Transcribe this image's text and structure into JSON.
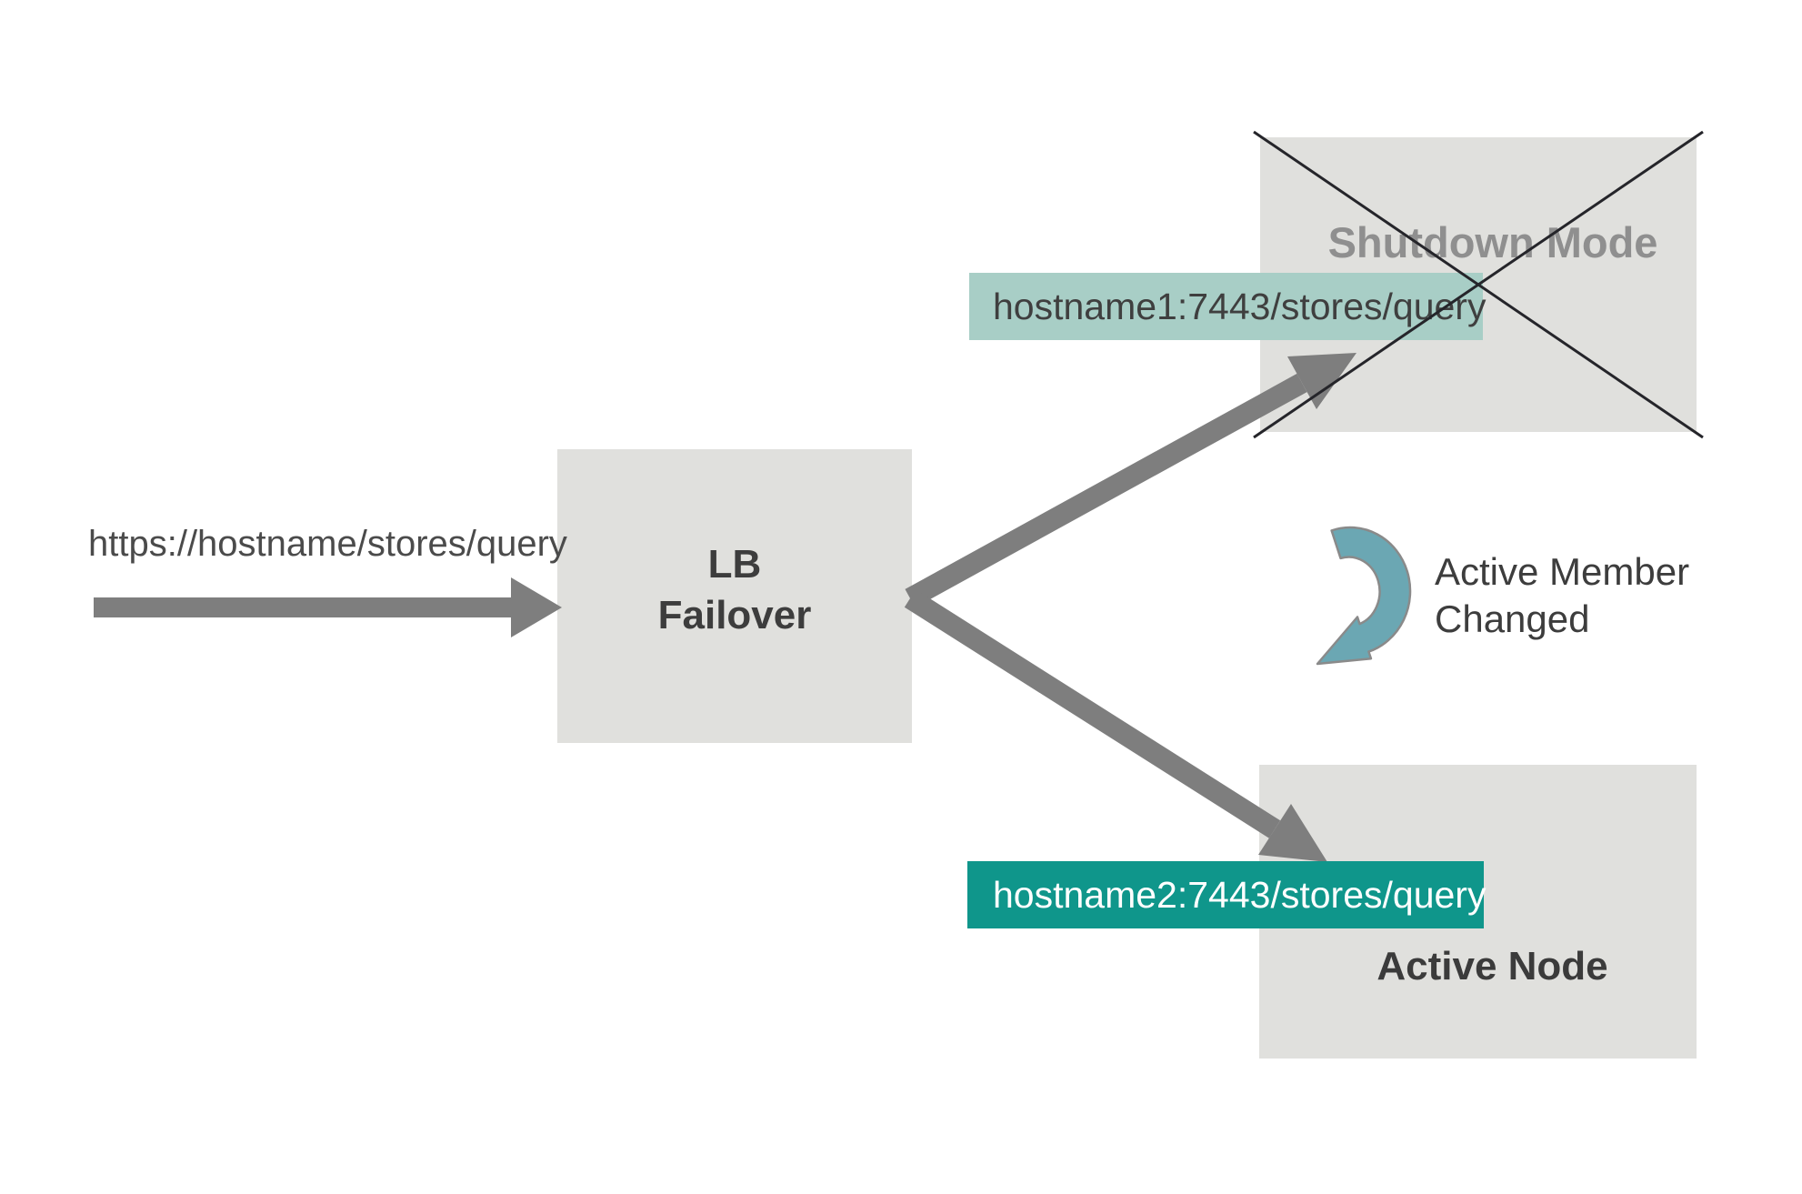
{
  "diagram": {
    "request": {
      "url": "https://hostname/stores/query"
    },
    "load_balancer": {
      "line1": "LB",
      "line2": "Failover"
    },
    "shutdown_node": {
      "title": "Shutdown Mode",
      "url": "hostname1:7443/stores/query"
    },
    "active_node": {
      "title": "Active Node",
      "url": "hostname2:7443/stores/query"
    },
    "note": {
      "line1": "Active Member",
      "line2": "Changed"
    },
    "colors": {
      "node_box_fill": "#e0e0dd",
      "shutdown_url_bg": "#a8cec6",
      "active_url_bg": "#0f968b",
      "arrow_gray": "#7e7e7e",
      "curved_arrow_fill": "#6ba7b3",
      "curved_arrow_outline": "#8a8a8a",
      "crossout_line": "#25252a",
      "dark_text": "#3d3d3d",
      "muted_title_text": "#8f8f8f"
    }
  }
}
